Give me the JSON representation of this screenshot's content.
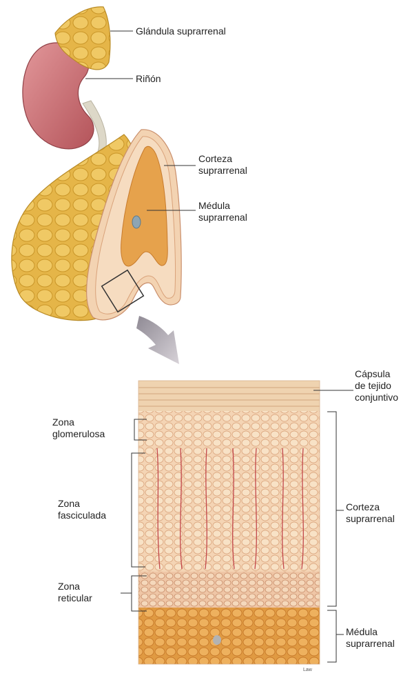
{
  "labels": {
    "glandula": "Glándula suprarrenal",
    "rinon": "Riñón",
    "corteza_top": [
      "Corteza",
      "suprarrenal"
    ],
    "medula_top": [
      "Médula",
      "suprarrenal"
    ],
    "capsula": [
      "Cápsula",
      "de tejido",
      "conjuntivo"
    ],
    "zona_glomerulosa": [
      "Zona",
      "glomerulosa"
    ],
    "zona_fasciculada": [
      "Zona",
      "fasciculada"
    ],
    "zona_reticular": [
      "Zona",
      "reticular"
    ],
    "corteza_bottom": [
      "Corteza",
      "suprarrenal"
    ],
    "medula_bottom": [
      "Médula",
      "suprarrenal"
    ],
    "signature": "Law"
  },
  "colors": {
    "kidney": "#c76a6c",
    "adrenal_fat": "#e8b94a",
    "cortex": "#f1c9a9",
    "medulla": "#e2a04a",
    "capsule": "#efd3b0",
    "arrow": "#b0a8b0",
    "leader": "#333333"
  }
}
